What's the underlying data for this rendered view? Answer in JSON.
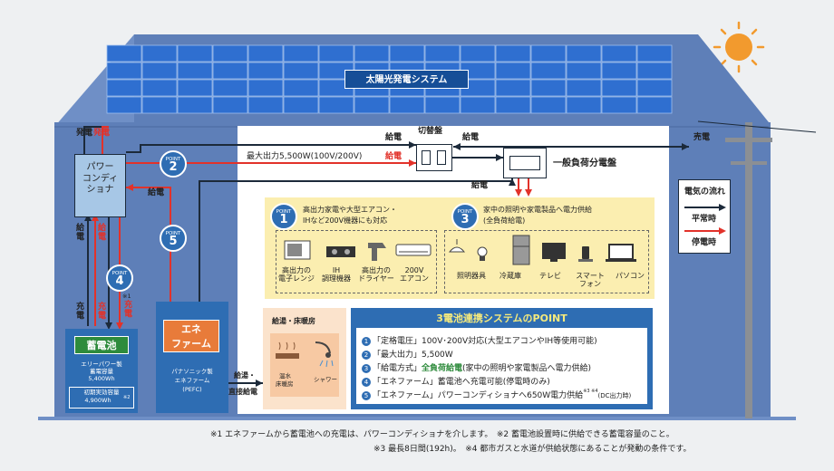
{
  "panel": {
    "title": "太陽光発電システム"
  },
  "grid": {
    "sell": "売電"
  },
  "switchboard": {
    "label": "切替盤"
  },
  "distribution": {
    "label": "一般負荷分電盤"
  },
  "pcs": {
    "line1": "パワー",
    "line2": "コンディ",
    "line3": "ショナ"
  },
  "labels": {
    "hatsuden": "発電",
    "kyuden": "給電",
    "juden": "充電",
    "max_output": "最大出力5,500W(100V/200V)",
    "note1_mark": "※1",
    "hot_water_supply": "給湯・",
    "direct_supply": "直接給電"
  },
  "points": {
    "p1": {
      "tag": "POINT",
      "num": "1",
      "text1": "高出力家電や大型エアコン・",
      "text2": "IHなど200V機器にも対応"
    },
    "p2": {
      "tag": "POINT",
      "num": "2"
    },
    "p3": {
      "tag": "POINT",
      "num": "3",
      "text1": "家中の照明や家電製品へ電力供給",
      "text2": "(全負荷給電)"
    },
    "p4": {
      "tag": "POINT",
      "num": "4"
    },
    "p5": {
      "tag": "POINT",
      "num": "5"
    }
  },
  "appliances200": [
    {
      "name": "microwave",
      "l1": "高出力の",
      "l2": "電子レンジ"
    },
    {
      "name": "ih",
      "l1": "IH",
      "l2": "調理機器"
    },
    {
      "name": "dryer",
      "l1": "高出力の",
      "l2": "ドライヤー"
    },
    {
      "name": "aircon",
      "l1": "200V",
      "l2": "エアコン"
    }
  ],
  "appliances_all": [
    {
      "name": "lighting",
      "l1": "照明器具",
      "l2": ""
    },
    {
      "name": "fridge",
      "l1": "冷蔵庫",
      "l2": ""
    },
    {
      "name": "tv",
      "l1": "テレビ",
      "l2": ""
    },
    {
      "name": "smartphone",
      "l1": "スマート",
      "l2": "フォン"
    },
    {
      "name": "pc",
      "l1": "パソコン",
      "l2": ""
    }
  ],
  "legend": {
    "title": "電気の流れ",
    "normal": "平常時",
    "outage": "停電時"
  },
  "battery": {
    "label": "蓄電池",
    "l1": "エリーパワー製",
    "l2": "蓄電容量",
    "l3": "5,400Wh",
    "l4": "初期実効容量",
    "l5": "4,900Wh",
    "l5_mark": "※2"
  },
  "enefarm": {
    "label1": "エネ",
    "label2": "ファーム",
    "l1": "パナソニック製",
    "l2": "エネファーム",
    "l3": "(PEFC)"
  },
  "hot": {
    "title": "給湯・床暖房",
    "floor1": "温水",
    "floor2": "床暖房",
    "shower": "シャワー"
  },
  "system": {
    "title": "3電池連携システムのPOINT",
    "items": [
      {
        "n": "1",
        "head": "「定格電圧」",
        "body": "100V･200V対応(大型エアコンやIH等使用可能)"
      },
      {
        "n": "2",
        "head": "「最大出力」",
        "body": "5,500W"
      },
      {
        "n": "3",
        "head": "「給電方式」",
        "hl": "全負荷給電",
        "body": "(家中の照明や家電製品へ電力供給)"
      },
      {
        "n": "4",
        "head": "「エネファーム」",
        "body": "蓄電池へ充電可能(停電時のみ)"
      },
      {
        "n": "5",
        "head": "「エネファーム」",
        "body": "パワーコンディショナへ650W電力供給",
        "mark": "※3 ※4",
        "tail": "(DC出力時)"
      }
    ]
  },
  "footnotes": {
    "line1": "※1 エネファームから蓄電池への充電は、パワーコンディショナを介します。　※2 蓄電池設置時に供給できる蓄電容量のこと。",
    "line2": "※3 最長8日間(192h)。　※4 都市ガスと水道が供給状態にあることが発動の条件です。"
  },
  "colors": {
    "house": "#5e7fb8",
    "panel": "#2f6fd0",
    "normal_flow": "#1c2a3a",
    "outage_flow": "#e2322a",
    "accent": "#2e6db3",
    "battery_label": "#2e8b3c",
    "enefarm_label": "#e87b3a"
  }
}
